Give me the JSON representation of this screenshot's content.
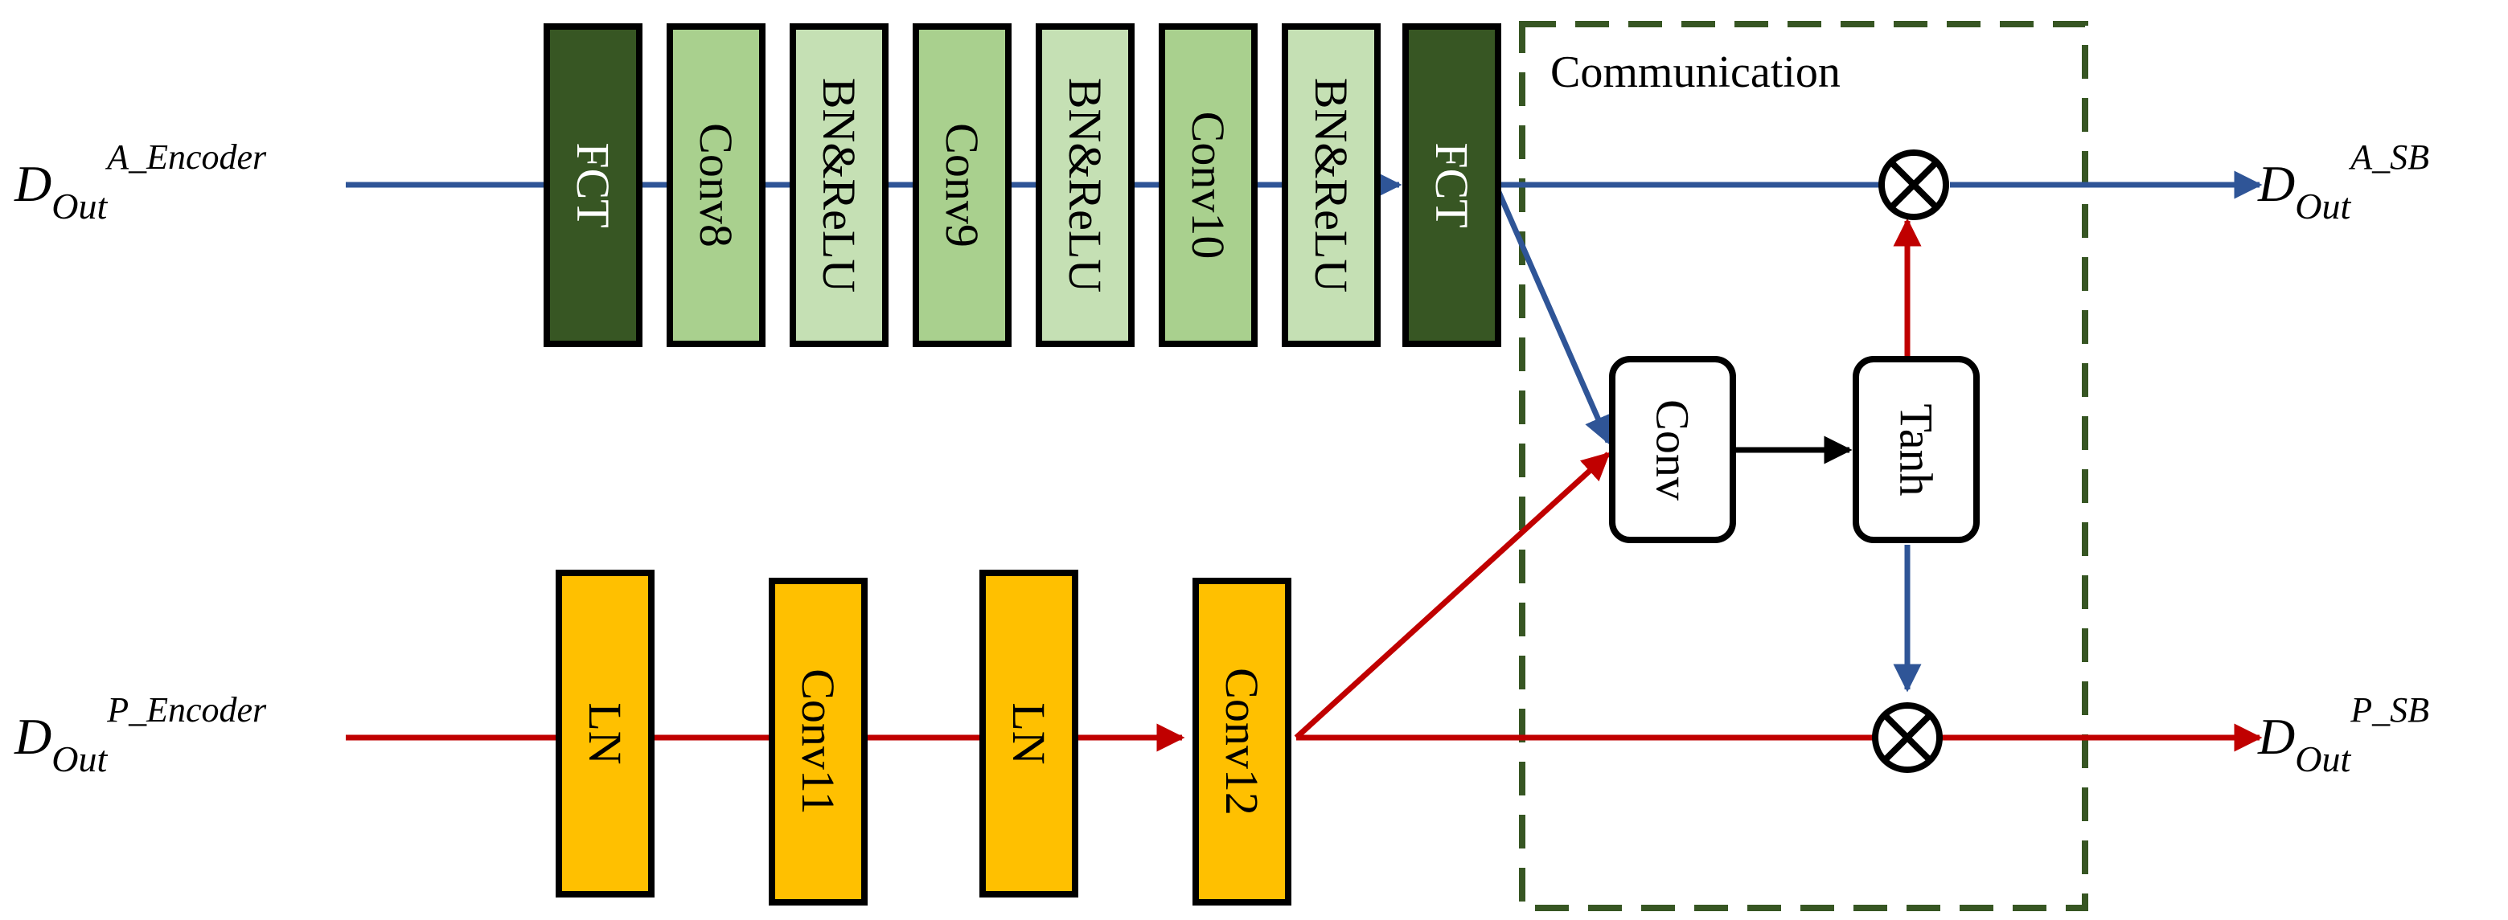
{
  "inputs": {
    "a": {
      "base": "D",
      "sub": "Out",
      "sup": "A_Encoder"
    },
    "p": {
      "base": "D",
      "sub": "Out",
      "sup": "P_Encoder"
    }
  },
  "outputs": {
    "a": {
      "base": "D",
      "sub": "Out",
      "sup": "A_SB"
    },
    "p": {
      "base": "D",
      "sub": "Out",
      "sup": "P_SB"
    }
  },
  "a_branch": [
    "FCT",
    "Conv8",
    "BN&ReLU",
    "Conv9",
    "BN&ReLU",
    "Conv10",
    "BN&ReLU",
    "FCT"
  ],
  "p_branch": [
    "LN",
    "Conv11",
    "LN",
    "Conv12"
  ],
  "communication": {
    "title": "Communication",
    "conv_label": "Conv",
    "tanh_label": "Tanh"
  },
  "colors": {
    "a_line": "#2f5597",
    "p_line": "#c00000",
    "dark_green": "#375623",
    "mid_green": "#a9d08e",
    "light_green": "#c5e0b4",
    "yellow": "#ffc000",
    "comm_border": "#375623"
  }
}
